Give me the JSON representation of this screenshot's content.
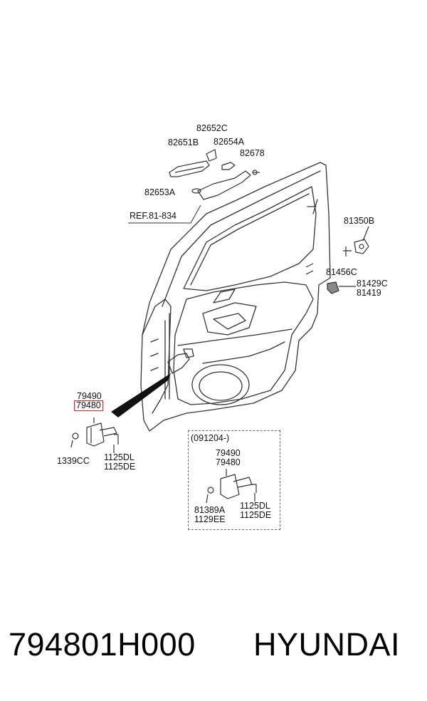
{
  "labels": {
    "p82652c": "82652C",
    "p82651b": "82651B",
    "p82654a": "82654A",
    "p82678": "82678",
    "p82653a": "82653A",
    "ref": "REF.81-834",
    "p81350b": "81350B",
    "p81456c": "81456C",
    "p81429c": "81429C",
    "p81419": "81419",
    "p79490": "79490",
    "p79480": "79480",
    "p1339cc": "1339CC",
    "p1125dl": "1125DL",
    "p1125de": "1125DE",
    "box_date": "(091204-)",
    "box_79490": "79490",
    "box_79480": "79480",
    "box_81389a": "81389A",
    "box_1129ee": "1129EE",
    "box_1125dl": "1125DL",
    "box_1125de": "1125DE"
  },
  "highlight_color": "#d9262c",
  "footer": {
    "part_number": "794801H000",
    "brand": "HYUNDAI"
  }
}
